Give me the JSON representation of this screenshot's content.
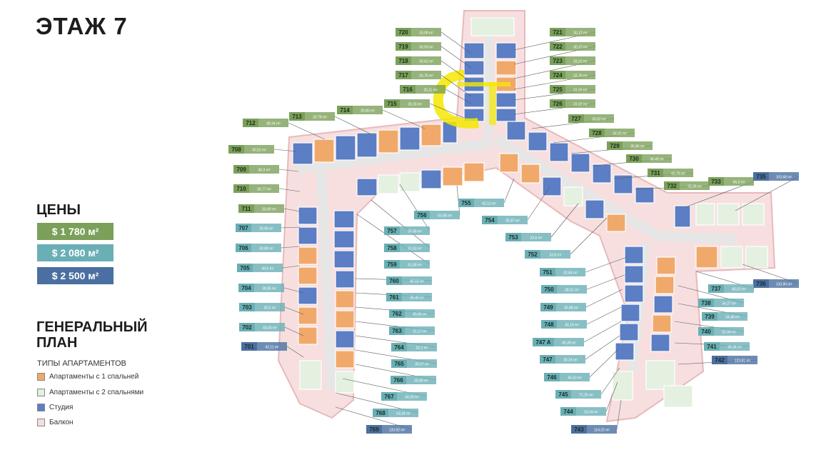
{
  "page": {
    "title": "ЭТАЖ 7",
    "prices_heading": "ЦЕНЫ",
    "prices": [
      {
        "label": "$ 1 780 м²",
        "color": "#7aa05a"
      },
      {
        "label": "$ 2 080 м²",
        "color": "#6aafb6"
      },
      {
        "label": "$ 2 500 м²",
        "color": "#4a6fa0"
      }
    ],
    "plan_heading_1": "ГЕНЕРАЛЬНЫЙ",
    "plan_heading_2": "ПЛАН",
    "types_heading": "ТИПЫ АПАРТАМЕНТОВ",
    "legend": [
      {
        "label": "Апартаменты с 1 спальней",
        "color": "#f0a96a"
      },
      {
        "label": "Апартаменты с 2 спальнями",
        "color": "#e4f0e0"
      },
      {
        "label": "Студия",
        "color": "#5b7ec4"
      },
      {
        "label": "Балкон",
        "color": "#f6dede"
      }
    ]
  },
  "colors": {
    "green": "#7aa05a",
    "teal": "#6aafb6",
    "blue": "#4a6fa0"
  },
  "units": [
    {
      "n": "720",
      "a": "33,08 m²",
      "t": "green"
    },
    {
      "n": "719",
      "a": "30,59 m²",
      "t": "green"
    },
    {
      "n": "718",
      "a": "30,62 m²",
      "t": "green"
    },
    {
      "n": "717",
      "a": "26,76 m²",
      "t": "green"
    },
    {
      "n": "716",
      "a": "26,11 m²",
      "t": "green"
    },
    {
      "n": "715",
      "a": "30,18 m²",
      "t": "green"
    },
    {
      "n": "714",
      "a": "30,80 m²",
      "t": "green"
    },
    {
      "n": "713",
      "a": "33,78 m²",
      "t": "green"
    },
    {
      "n": "712",
      "a": "48,34 m²",
      "t": "green"
    },
    {
      "n": "708",
      "a": "40,52 m²",
      "t": "green"
    },
    {
      "n": "709",
      "a": "40,4 m²",
      "t": "green"
    },
    {
      "n": "710",
      "a": "36,77 m²",
      "t": "green"
    },
    {
      "n": "711",
      "a": "33,69 m²",
      "t": "green"
    },
    {
      "n": "707",
      "a": "28,06 m²",
      "t": "teal"
    },
    {
      "n": "706",
      "a": "30,88 m²",
      "t": "teal"
    },
    {
      "n": "705",
      "a": "44,0 m²",
      "t": "teal"
    },
    {
      "n": "704",
      "a": "38,85 m²",
      "t": "teal"
    },
    {
      "n": "703",
      "a": "30,0 m²",
      "t": "teal"
    },
    {
      "n": "702",
      "a": "43,00 m²",
      "t": "teal"
    },
    {
      "n": "701",
      "a": "42,11 m²",
      "t": "blue"
    },
    {
      "n": "721",
      "a": "30,12 m²",
      "t": "green"
    },
    {
      "n": "722",
      "a": "30,37 m²",
      "t": "green"
    },
    {
      "n": "723",
      "a": "33,22 m²",
      "t": "green"
    },
    {
      "n": "724",
      "a": "33,76 m²",
      "t": "green"
    },
    {
      "n": "725",
      "a": "31,16 m²",
      "t": "green"
    },
    {
      "n": "726",
      "a": "31,02 m²",
      "t": "green"
    },
    {
      "n": "727",
      "a": "30,02 m²",
      "t": "green"
    },
    {
      "n": "728",
      "a": "32,31 m²",
      "t": "green"
    },
    {
      "n": "729",
      "a": "35,86 m²",
      "t": "green"
    },
    {
      "n": "730",
      "a": "38,48 m²",
      "t": "green"
    },
    {
      "n": "731",
      "a": "41,76 m²",
      "t": "green"
    },
    {
      "n": "732",
      "a": "33,36 m²",
      "t": "green"
    },
    {
      "n": "733",
      "a": "46,3 m²",
      "t": "green"
    },
    {
      "n": "735",
      "a": "103,68 m²",
      "t": "blue"
    },
    {
      "n": "736",
      "a": "133,90 m²",
      "t": "blue"
    },
    {
      "n": "737",
      "a": "45,62 m²",
      "t": "teal"
    },
    {
      "n": "738",
      "a": "34,27 m²",
      "t": "teal"
    },
    {
      "n": "739",
      "a": "34,48 m²",
      "t": "teal"
    },
    {
      "n": "740",
      "a": "31,04 m²",
      "t": "teal"
    },
    {
      "n": "741",
      "a": "36,34 m²",
      "t": "teal"
    },
    {
      "n": "742",
      "a": "123,81 m²",
      "t": "blue"
    },
    {
      "n": "743",
      "a": "114,32 m²",
      "t": "blue"
    },
    {
      "n": "744",
      "a": "53,04 m²",
      "t": "teal"
    },
    {
      "n": "745",
      "a": "71,25 m²",
      "t": "teal"
    },
    {
      "n": "746",
      "a": "44,53 m²",
      "t": "teal"
    },
    {
      "n": "747",
      "a": "30,24 m²",
      "t": "teal"
    },
    {
      "n": "747 A",
      "a": "40,39 m²",
      "t": "teal"
    },
    {
      "n": "748",
      "a": "40,19 m²",
      "t": "teal"
    },
    {
      "n": "749",
      "a": "35,88 m²",
      "t": "teal"
    },
    {
      "n": "750",
      "a": "38,01 m²",
      "t": "teal"
    },
    {
      "n": "751",
      "a": "32,84 m²",
      "t": "teal"
    },
    {
      "n": "752",
      "a": "33,8 m²",
      "t": "teal"
    },
    {
      "n": "753",
      "a": "33,6 m²",
      "t": "teal"
    },
    {
      "n": "754",
      "a": "35,87 m²",
      "t": "teal"
    },
    {
      "n": "755",
      "a": "42,13 m²",
      "t": "teal"
    },
    {
      "n": "756",
      "a": "50,58 m²",
      "t": "teal"
    },
    {
      "n": "757",
      "a": "35,58 m²",
      "t": "teal"
    },
    {
      "n": "758",
      "a": "31,63 m²",
      "t": "teal"
    },
    {
      "n": "759",
      "a": "41,08 m²",
      "t": "teal"
    },
    {
      "n": "760",
      "a": "40,16 m²",
      "t": "teal"
    },
    {
      "n": "761",
      "a": "35,45 m²",
      "t": "teal"
    },
    {
      "n": "762",
      "a": "40,85 m²",
      "t": "teal"
    },
    {
      "n": "763",
      "a": "31,17 m²",
      "t": "teal"
    },
    {
      "n": "764",
      "a": "32,2 m²",
      "t": "teal"
    },
    {
      "n": "765",
      "a": "30,07 m²",
      "t": "teal"
    },
    {
      "n": "766",
      "a": "30,58 m²",
      "t": "teal"
    },
    {
      "n": "767",
      "a": "34,59 m²",
      "t": "teal"
    },
    {
      "n": "768",
      "a": "53,34 m²",
      "t": "teal"
    },
    {
      "n": "769",
      "a": "133,92 m²",
      "t": "blue"
    }
  ]
}
